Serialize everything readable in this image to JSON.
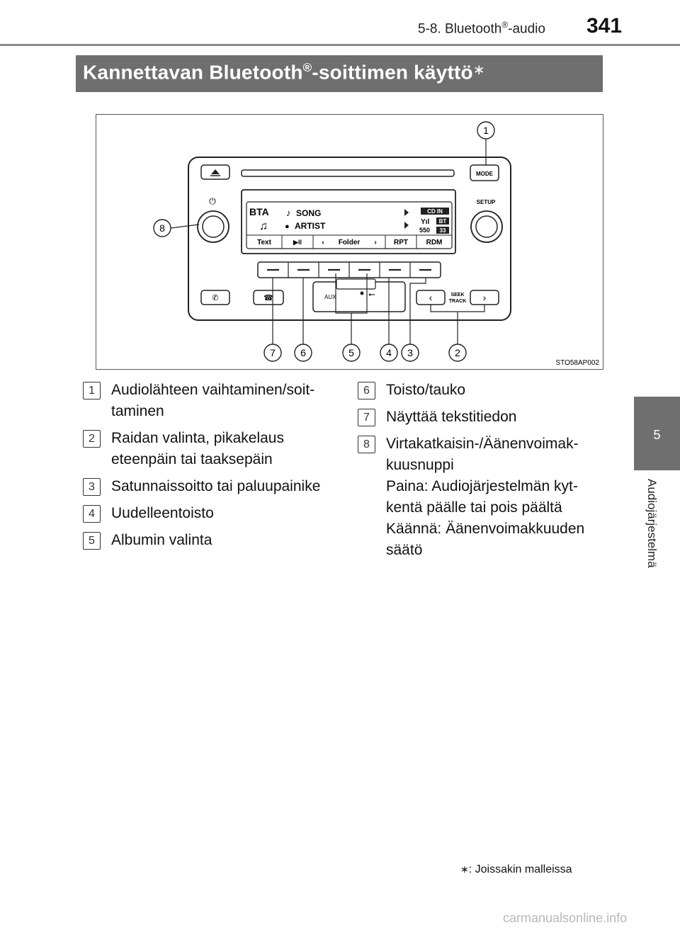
{
  "header": {
    "section": "5-8. Bluetooth",
    "section_reg": "®",
    "section_suffix": "-audio",
    "page_number": "341"
  },
  "side_tab": {
    "number": "5",
    "label": "Audiojärjestelmä"
  },
  "title": {
    "prefix": "Kannettavan Bluetooth",
    "reg": "®",
    "suffix": "-soittimen käyttö",
    "asterisk": "∗"
  },
  "figure": {
    "code": "STO58AP002",
    "display": {
      "source": "BTA",
      "song": "SONG",
      "artist": "ARTIST",
      "cd_in": "CD IN",
      "bt": "BT",
      "value": "550",
      "time": "33",
      "soft_buttons": [
        "Text",
        "▶II",
        "Folder",
        "RPT",
        "RDM"
      ]
    },
    "labels": {
      "mode": "MODE",
      "setup": "SETUP",
      "seek": "SEEK",
      "track": "TRACK",
      "aux": "AUX"
    },
    "callouts": [
      "1",
      "2",
      "3",
      "4",
      "5",
      "6",
      "7",
      "8"
    ]
  },
  "items_left": [
    {
      "num": "1",
      "lines": [
        "Audiolähteen vaihtaminen/soit-",
        "taminen"
      ]
    },
    {
      "num": "2",
      "lines": [
        "Raidan valinta, pikakelaus",
        "eteenpäin tai taaksepäin"
      ]
    },
    {
      "num": "3",
      "lines": [
        "Satunnaissoitto tai paluupainike"
      ]
    },
    {
      "num": "4",
      "lines": [
        "Uudelleentoisto"
      ]
    },
    {
      "num": "5",
      "lines": [
        "Albumin valinta"
      ]
    }
  ],
  "items_right": [
    {
      "num": "6",
      "lines": [
        "Toisto/tauko"
      ]
    },
    {
      "num": "7",
      "lines": [
        "Näyttää tekstitiedon"
      ]
    },
    {
      "num": "8",
      "lines": [
        "Virtakatkaisin-/Äänenvoimak-",
        "kuusnuppi",
        "Paina: Audiojärjestelmän kyt-",
        "kentä päälle tai pois päältä",
        "Käännä: Äänenvoimakkuuden",
        "säätö"
      ]
    }
  ],
  "footnote": {
    "asterisk": "∗",
    "text": ": Joissakin malleissa"
  },
  "watermark": "carmanualsonline.info"
}
